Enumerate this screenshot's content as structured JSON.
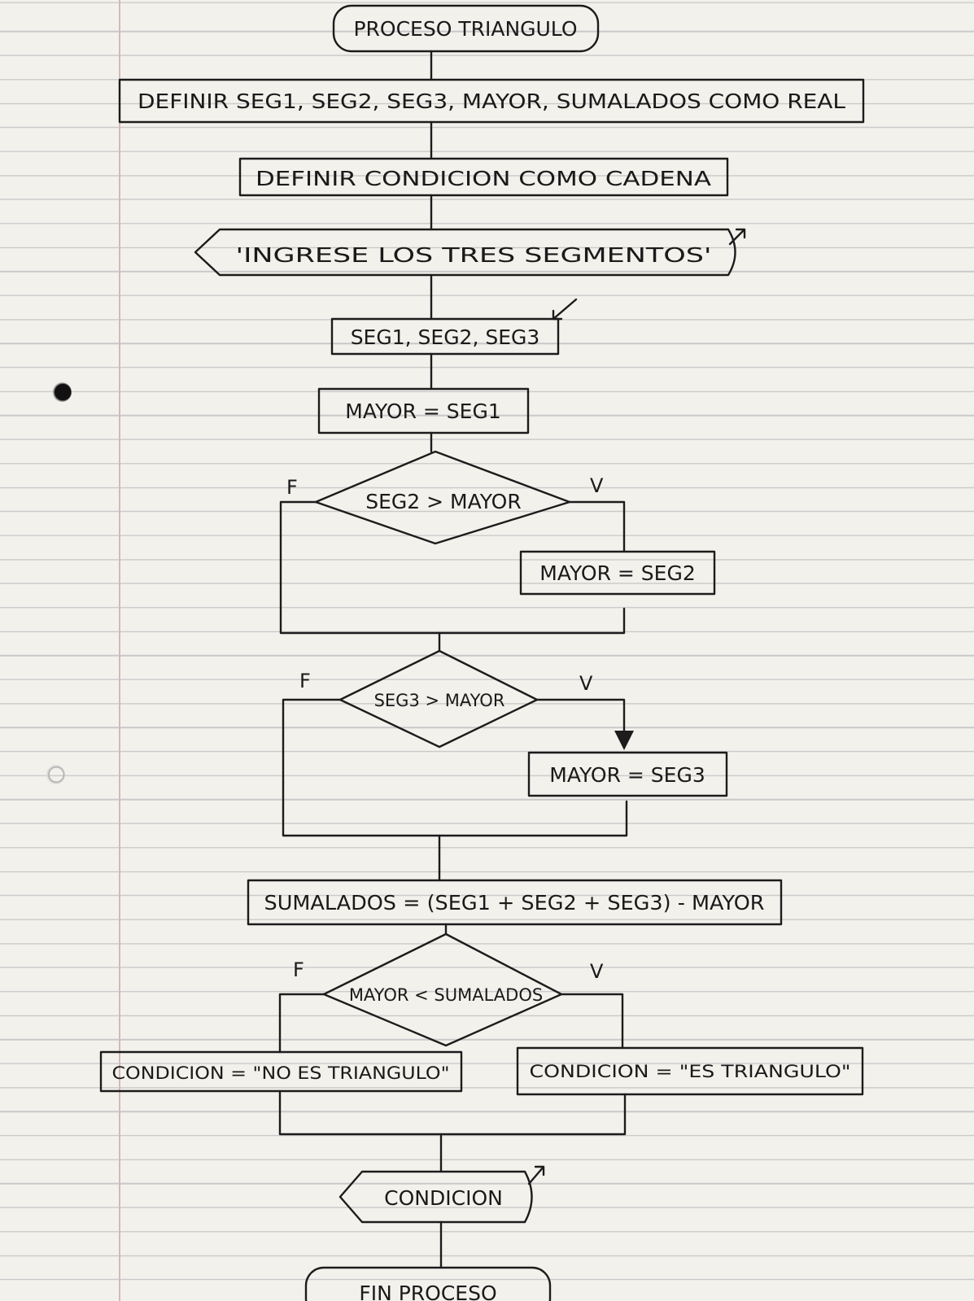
{
  "flowchart": {
    "start": "PROCESO TRIANGULO",
    "define_reals": "DEFINIR SEG1, SEG2, SEG3, MAYOR, SUMALADOS COMO REAL",
    "define_string": "DEFINIR CONDICION COMO CADENA",
    "output_prompt": "'INGRESE LOS TRES SEGMENTOS'",
    "input_segments": "SEG1, SEG2, SEG3",
    "assign_mayor": "MAYOR = SEG1",
    "decision_1": "SEG2 > MAYOR",
    "decision_1_false": "F",
    "decision_1_true": "V",
    "assign_seg2": "MAYOR = SEG2",
    "decision_2": "SEG3 > MAYOR",
    "decision_2_false": "F",
    "decision_2_true": "V",
    "assign_seg3": "MAYOR = SEG3",
    "assign_sumalados": "SUMALADOS = (SEG1 + SEG2 + SEG3) - MAYOR",
    "decision_3": "MAYOR < SUMALADOS",
    "decision_3_false": "F",
    "decision_3_true": "V",
    "assign_no_triangulo": "CONDICION = \"NO ES TRIANGULO\"",
    "assign_triangulo": "CONDICION = \"ES TRIANGULO\"",
    "output_condicion": "CONDICION",
    "end": "FIN PROCESO"
  },
  "colors": {
    "ink": "#1c1c1c",
    "paper": "#f3f1ec",
    "rule": "#c9c9c9"
  }
}
